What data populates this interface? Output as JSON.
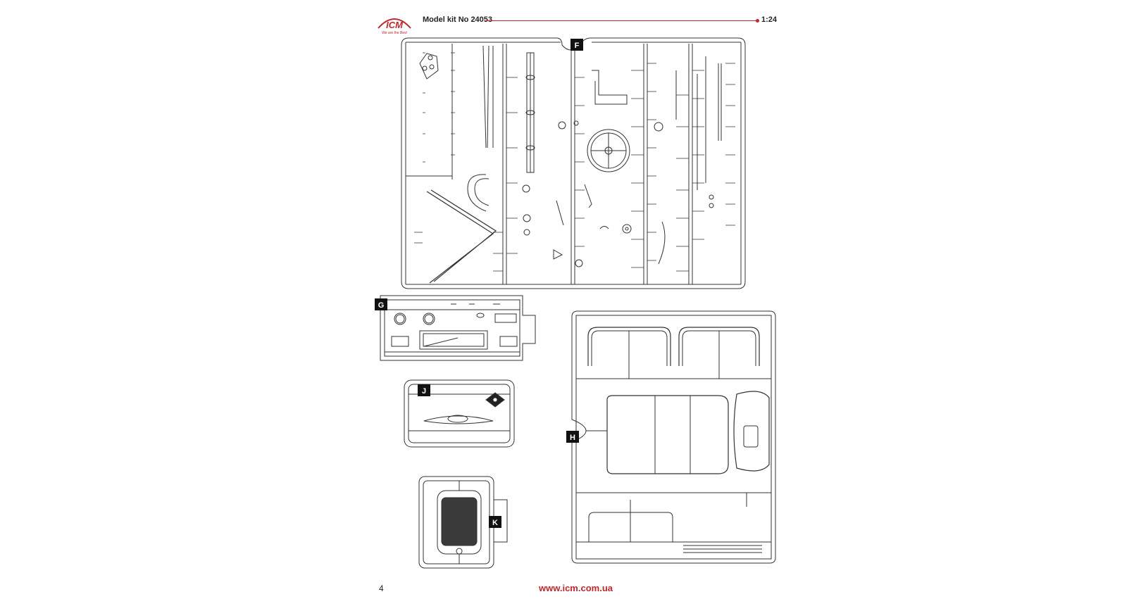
{
  "header": {
    "brand": "ICM",
    "brand_tagline": "We are the Best",
    "model_label": "Model kit No 24053",
    "scale": "1:24"
  },
  "sprues": [
    {
      "letter": "F"
    },
    {
      "letter": "G"
    },
    {
      "letter": "J"
    },
    {
      "letter": "H"
    },
    {
      "letter": "K"
    }
  ],
  "footer": {
    "page_number": "4",
    "website": "www.icm.com.ua"
  },
  "colors": {
    "brand_red": "#c1272d",
    "line": "#333333",
    "label_bg": "#111111"
  }
}
